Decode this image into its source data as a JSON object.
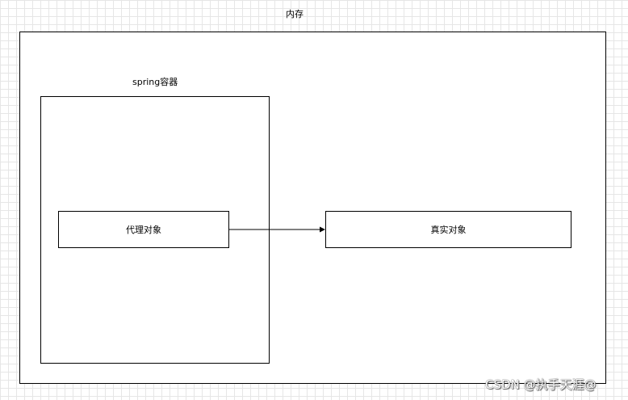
{
  "diagram": {
    "memory": {
      "label": "内存"
    },
    "spring_container": {
      "label": "spring容器"
    },
    "proxy_object": {
      "label": "代理对象"
    },
    "real_object": {
      "label": "真实对象"
    },
    "edges": [
      {
        "from": "proxy_object",
        "to": "real_object",
        "style": "solid-arrow"
      }
    ]
  },
  "watermark": {
    "text": "CSDN @执手天涯@"
  },
  "colors": {
    "stroke": "#000000",
    "grid": "#e6e6e6",
    "background": "#ffffff"
  }
}
